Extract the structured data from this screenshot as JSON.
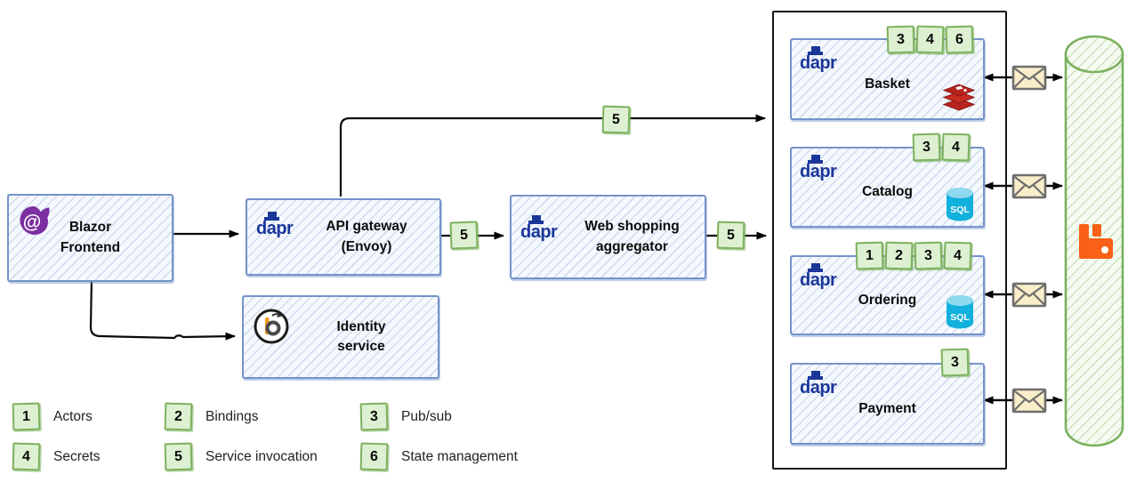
{
  "nodes": {
    "blazor": {
      "label": "Blazor\nFrontend"
    },
    "api_gateway": {
      "label": "API gateway\n(Envoy)"
    },
    "identity": {
      "label": "Identity\nservice"
    },
    "aggregator": {
      "label": "Web shopping\naggregator"
    }
  },
  "services": [
    {
      "name": "Basket",
      "badges": [
        "3",
        "4",
        "6"
      ],
      "datastore": "redis"
    },
    {
      "name": "Catalog",
      "badges": [
        "3",
        "4"
      ],
      "datastore": "sql"
    },
    {
      "name": "Ordering",
      "badges": [
        "1",
        "2",
        "3",
        "4"
      ],
      "datastore": "sql"
    },
    {
      "name": "Payment",
      "badges": [
        "3"
      ],
      "datastore": "none"
    }
  ],
  "connector_badges": {
    "gateway_to_container": "5",
    "gateway_to_aggregator": "5",
    "aggregator_to_container": "5"
  },
  "logos": {
    "dapr_text": "dapr",
    "blazor_at": "@",
    "sql_text": "SQL"
  },
  "legend": {
    "items": [
      {
        "num": "1",
        "label": "Actors"
      },
      {
        "num": "2",
        "label": "Bindings"
      },
      {
        "num": "3",
        "label": "Pub/sub"
      },
      {
        "num": "4",
        "label": "Secrets"
      },
      {
        "num": "5",
        "label": "Service invocation"
      },
      {
        "num": "6",
        "label": "State management"
      }
    ]
  },
  "colors": {
    "dapr_blue": "#1a3699",
    "node_border_blue": "#7593c9",
    "badge_green_fill": "#ddf0d2",
    "badge_green_border": "#7cb15e",
    "bus_green": "#7cb15e",
    "rabbitmq_orange": "#f96116",
    "redis_red": "#b6231d",
    "sql_cyan": "#12b0dc",
    "envelope_fill": "#faeeca",
    "blazor_purple": "#7c2fa0",
    "identity_orange": "#f59b1e",
    "container_black": "#151515"
  }
}
